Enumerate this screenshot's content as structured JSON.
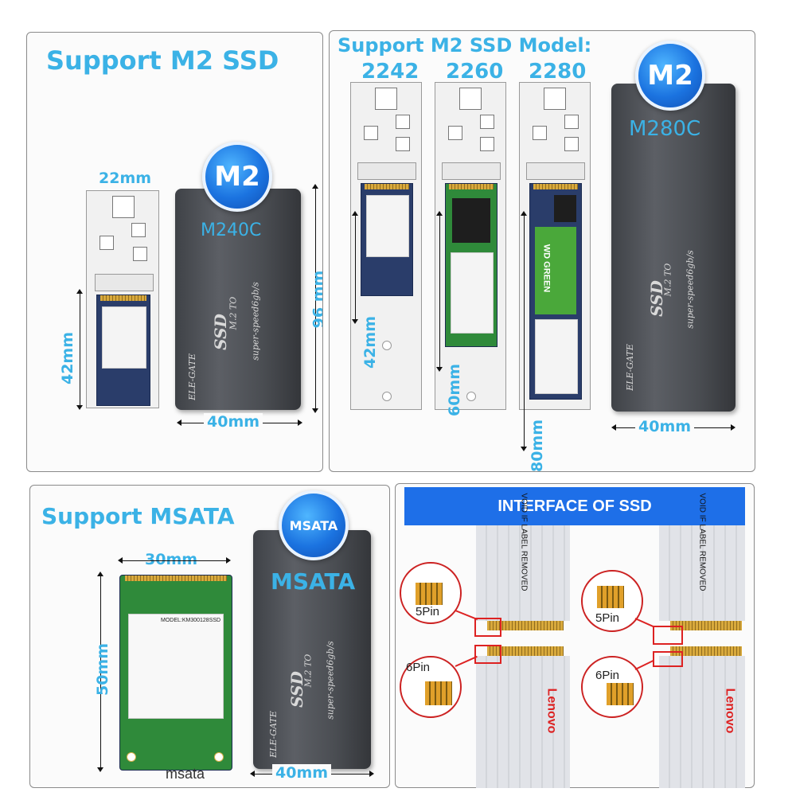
{
  "panels": {
    "m2": {
      "title": "Support M2 SSD",
      "width_label": "22mm",
      "height_label": "42mm",
      "enclosure_height_label": "96 mm",
      "enclosure_width_label": "40mm",
      "badge": "M2",
      "model": "M240C"
    },
    "m2_models": {
      "title": "Support M2 SSD Model:",
      "sizes": [
        "2242",
        "2260",
        "2280"
      ],
      "height_labels": [
        "42mm",
        "60mm",
        "80mm"
      ],
      "badge": "M2",
      "model": "M280C",
      "enclosure_width_label": "40mm",
      "card_label": "WD GREEN"
    },
    "msata": {
      "title": "Support MSATA",
      "width_label": "30mm",
      "height_label": "50mm",
      "badge": "MSATA",
      "model": "MSATA",
      "enclosure_width_label": "40mm",
      "card_caption": "msata",
      "card_model": "MODEL:KM300128SSD"
    },
    "interface": {
      "title": "INTERFACE OF SSD",
      "pin5": "5Pin",
      "pin6": "6Pin",
      "label_text": "VOID IF LABEL REMOVED",
      "brand": "Lenovo"
    }
  },
  "engraving": {
    "brand": "ELE-GATE",
    "line1": "M.2 TO",
    "line2": "super-speed6gb/s",
    "logo": "SSD"
  },
  "colors": {
    "accent": "#3bb2e6",
    "badge_blue": "#1b73e0",
    "interface_bar": "#1e6fe8",
    "enclosure": "#4a4d52"
  }
}
